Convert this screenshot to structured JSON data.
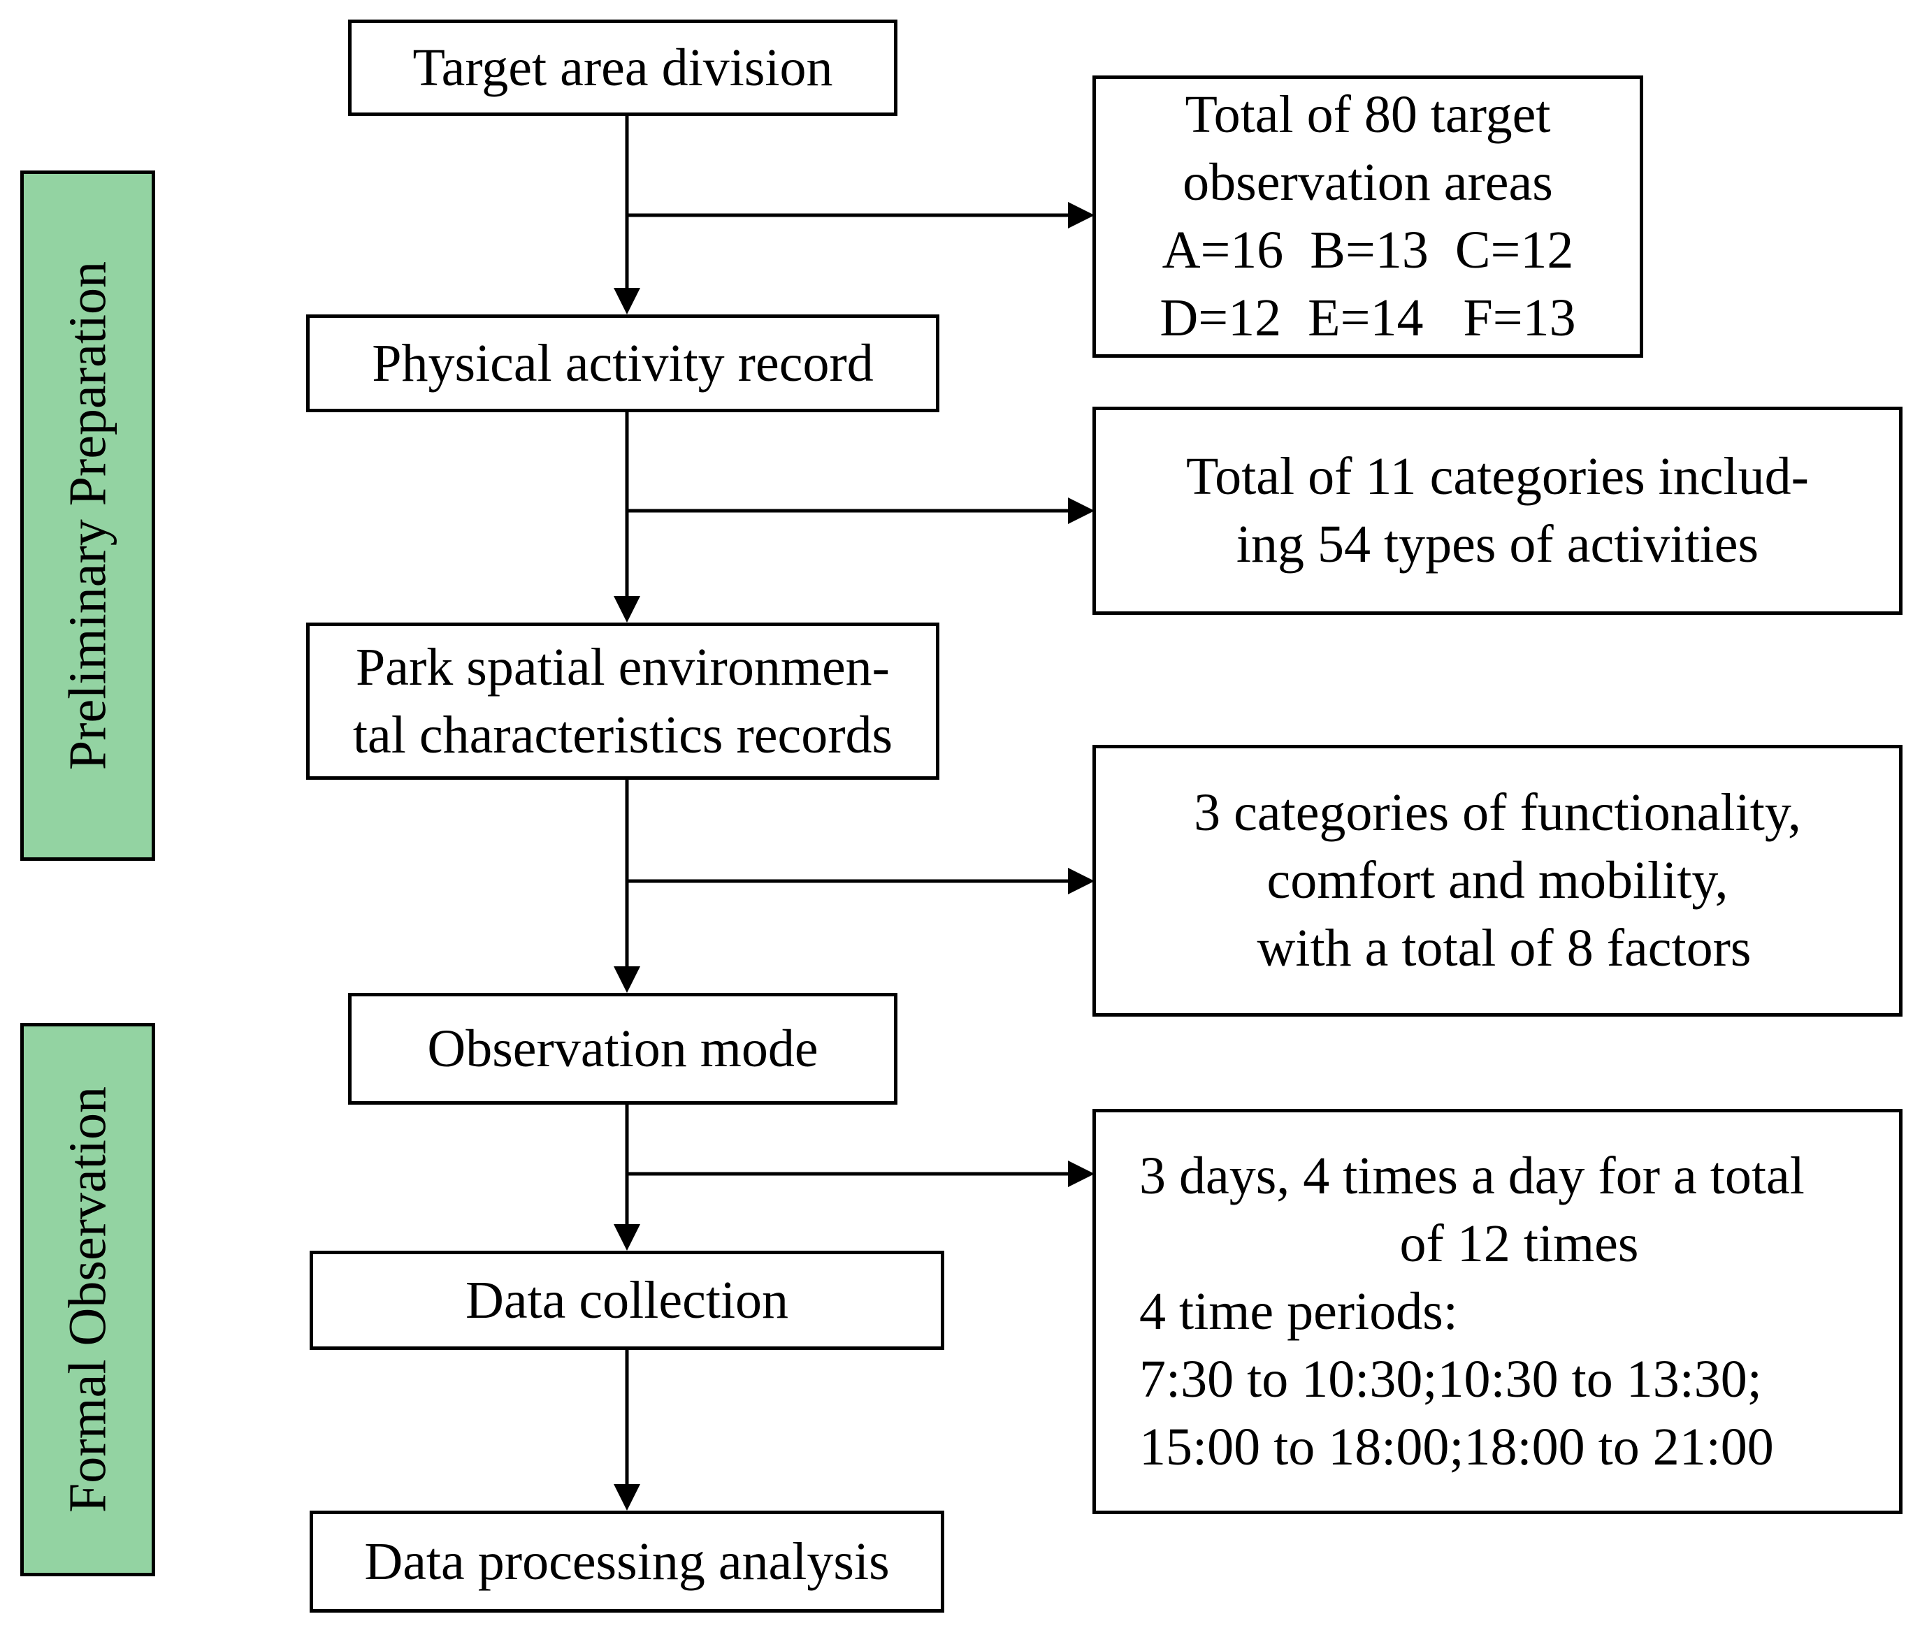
{
  "phases": {
    "preliminary": "Preliminary Preparation",
    "formal": "Formal Observation"
  },
  "steps": {
    "target_area_division": "Target area division",
    "physical_activity_record": "Physical activity record",
    "park_spatial": [
      "Park spatial environmen-",
      "tal characteristics records"
    ],
    "observation_mode": "Observation mode",
    "data_collection": "Data collection",
    "data_processing": "Data processing analysis"
  },
  "notes": {
    "observation_areas": [
      "Total of 80 target",
      "observation areas",
      "A=16  B=13  C=12",
      "D=12  E=14   F=13"
    ],
    "activity_categories": [
      "Total of 11 categories includ-",
      "ing 54 types of activities"
    ],
    "environment_factors": [
      "3 categories of functionality,",
      "comfort and mobility,",
      " with a total of 8 factors"
    ],
    "schedule": [
      "3 days, 4 times a day for a total",
      "of 12 times",
      "4 time periods:",
      "7:30 to 10:30;10:30 to 13:30;",
      "15:00 to 18:00;18:00 to 21:00"
    ]
  },
  "colors": {
    "phase_fill": "#93d3a2",
    "stroke": "#000000"
  }
}
